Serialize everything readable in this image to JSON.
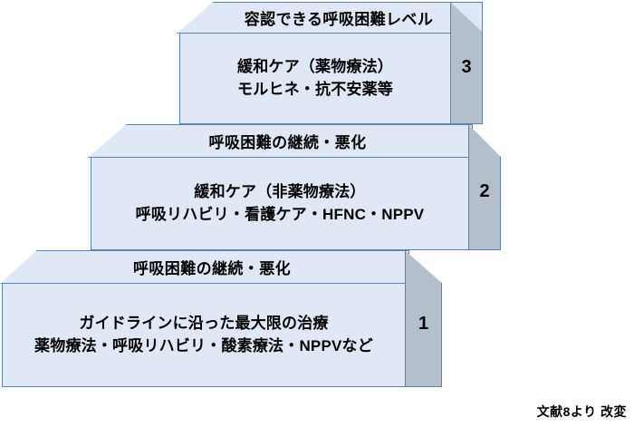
{
  "figure": {
    "type": "staircase-diagram",
    "orientation": "ascending-left-to-right",
    "steps": [
      {
        "number": "3",
        "top_caption": "容認できる呼吸困難レベル",
        "body_lines": [
          "緩和ケア（薬物療法）",
          "モルヒネ・抗不安薬等"
        ]
      },
      {
        "number": "2",
        "top_caption": "呼吸困難の継続・悪化",
        "body_lines": [
          "緩和ケア（非薬物療法）",
          "呼吸リハビリ・看護ケア・HFNC・NPPV"
        ]
      },
      {
        "number": "1",
        "top_caption": "呼吸困難の継続・悪化",
        "body_lines": [
          "ガイドラインに沿った最大限の治療",
          "薬物療法・呼吸リハビリ・酸素療法・NPPVなど"
        ]
      }
    ],
    "credit": "文献8より 改変",
    "colors": {
      "face_fill": "#dfe8f4",
      "side_fill": "#b4bfcc",
      "outline": "#5b84b1",
      "text": "#000000",
      "background": "#ffffff"
    }
  }
}
